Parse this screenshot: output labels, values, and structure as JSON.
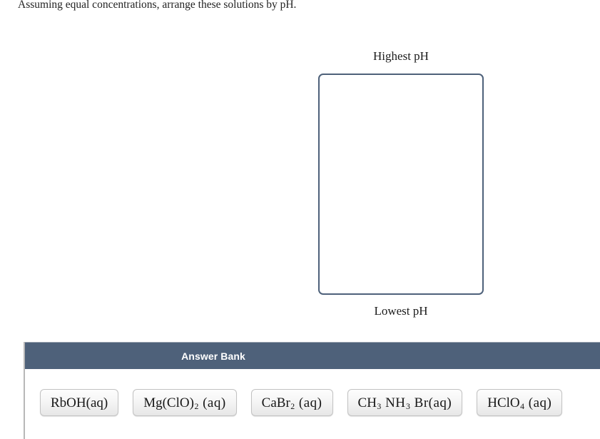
{
  "prompt": "Assuming equal concentrations, arrange these solutions by pH.",
  "ranking": {
    "top_label": "Highest pH",
    "bottom_label": "Lowest pH",
    "dropped_items": []
  },
  "answer_bank": {
    "title": "Answer Bank",
    "header_color": "#4e617a",
    "items": [
      {
        "label": "RbOH(aq)",
        "parts": [
          {
            "t": "RbOH(aq)"
          }
        ]
      },
      {
        "label": "Mg(ClO)2(aq)",
        "parts": [
          {
            "t": "Mg(ClO)"
          },
          {
            "t": "2",
            "sub": true
          },
          {
            "t": " (aq)"
          }
        ]
      },
      {
        "label": "CaBr2(aq)",
        "parts": [
          {
            "t": "CaBr"
          },
          {
            "t": "2",
            "sub": true
          },
          {
            "t": " (aq)"
          }
        ]
      },
      {
        "label": "CH3NH3Br(aq)",
        "parts": [
          {
            "t": "CH"
          },
          {
            "t": "3",
            "sub": true
          },
          {
            "t": " NH"
          },
          {
            "t": "3",
            "sub": true
          },
          {
            "t": " Br(aq)"
          }
        ]
      },
      {
        "label": "HClO4(aq)",
        "parts": [
          {
            "t": "HClO"
          },
          {
            "t": "4",
            "sub": true
          },
          {
            "t": " (aq)"
          }
        ]
      }
    ]
  }
}
